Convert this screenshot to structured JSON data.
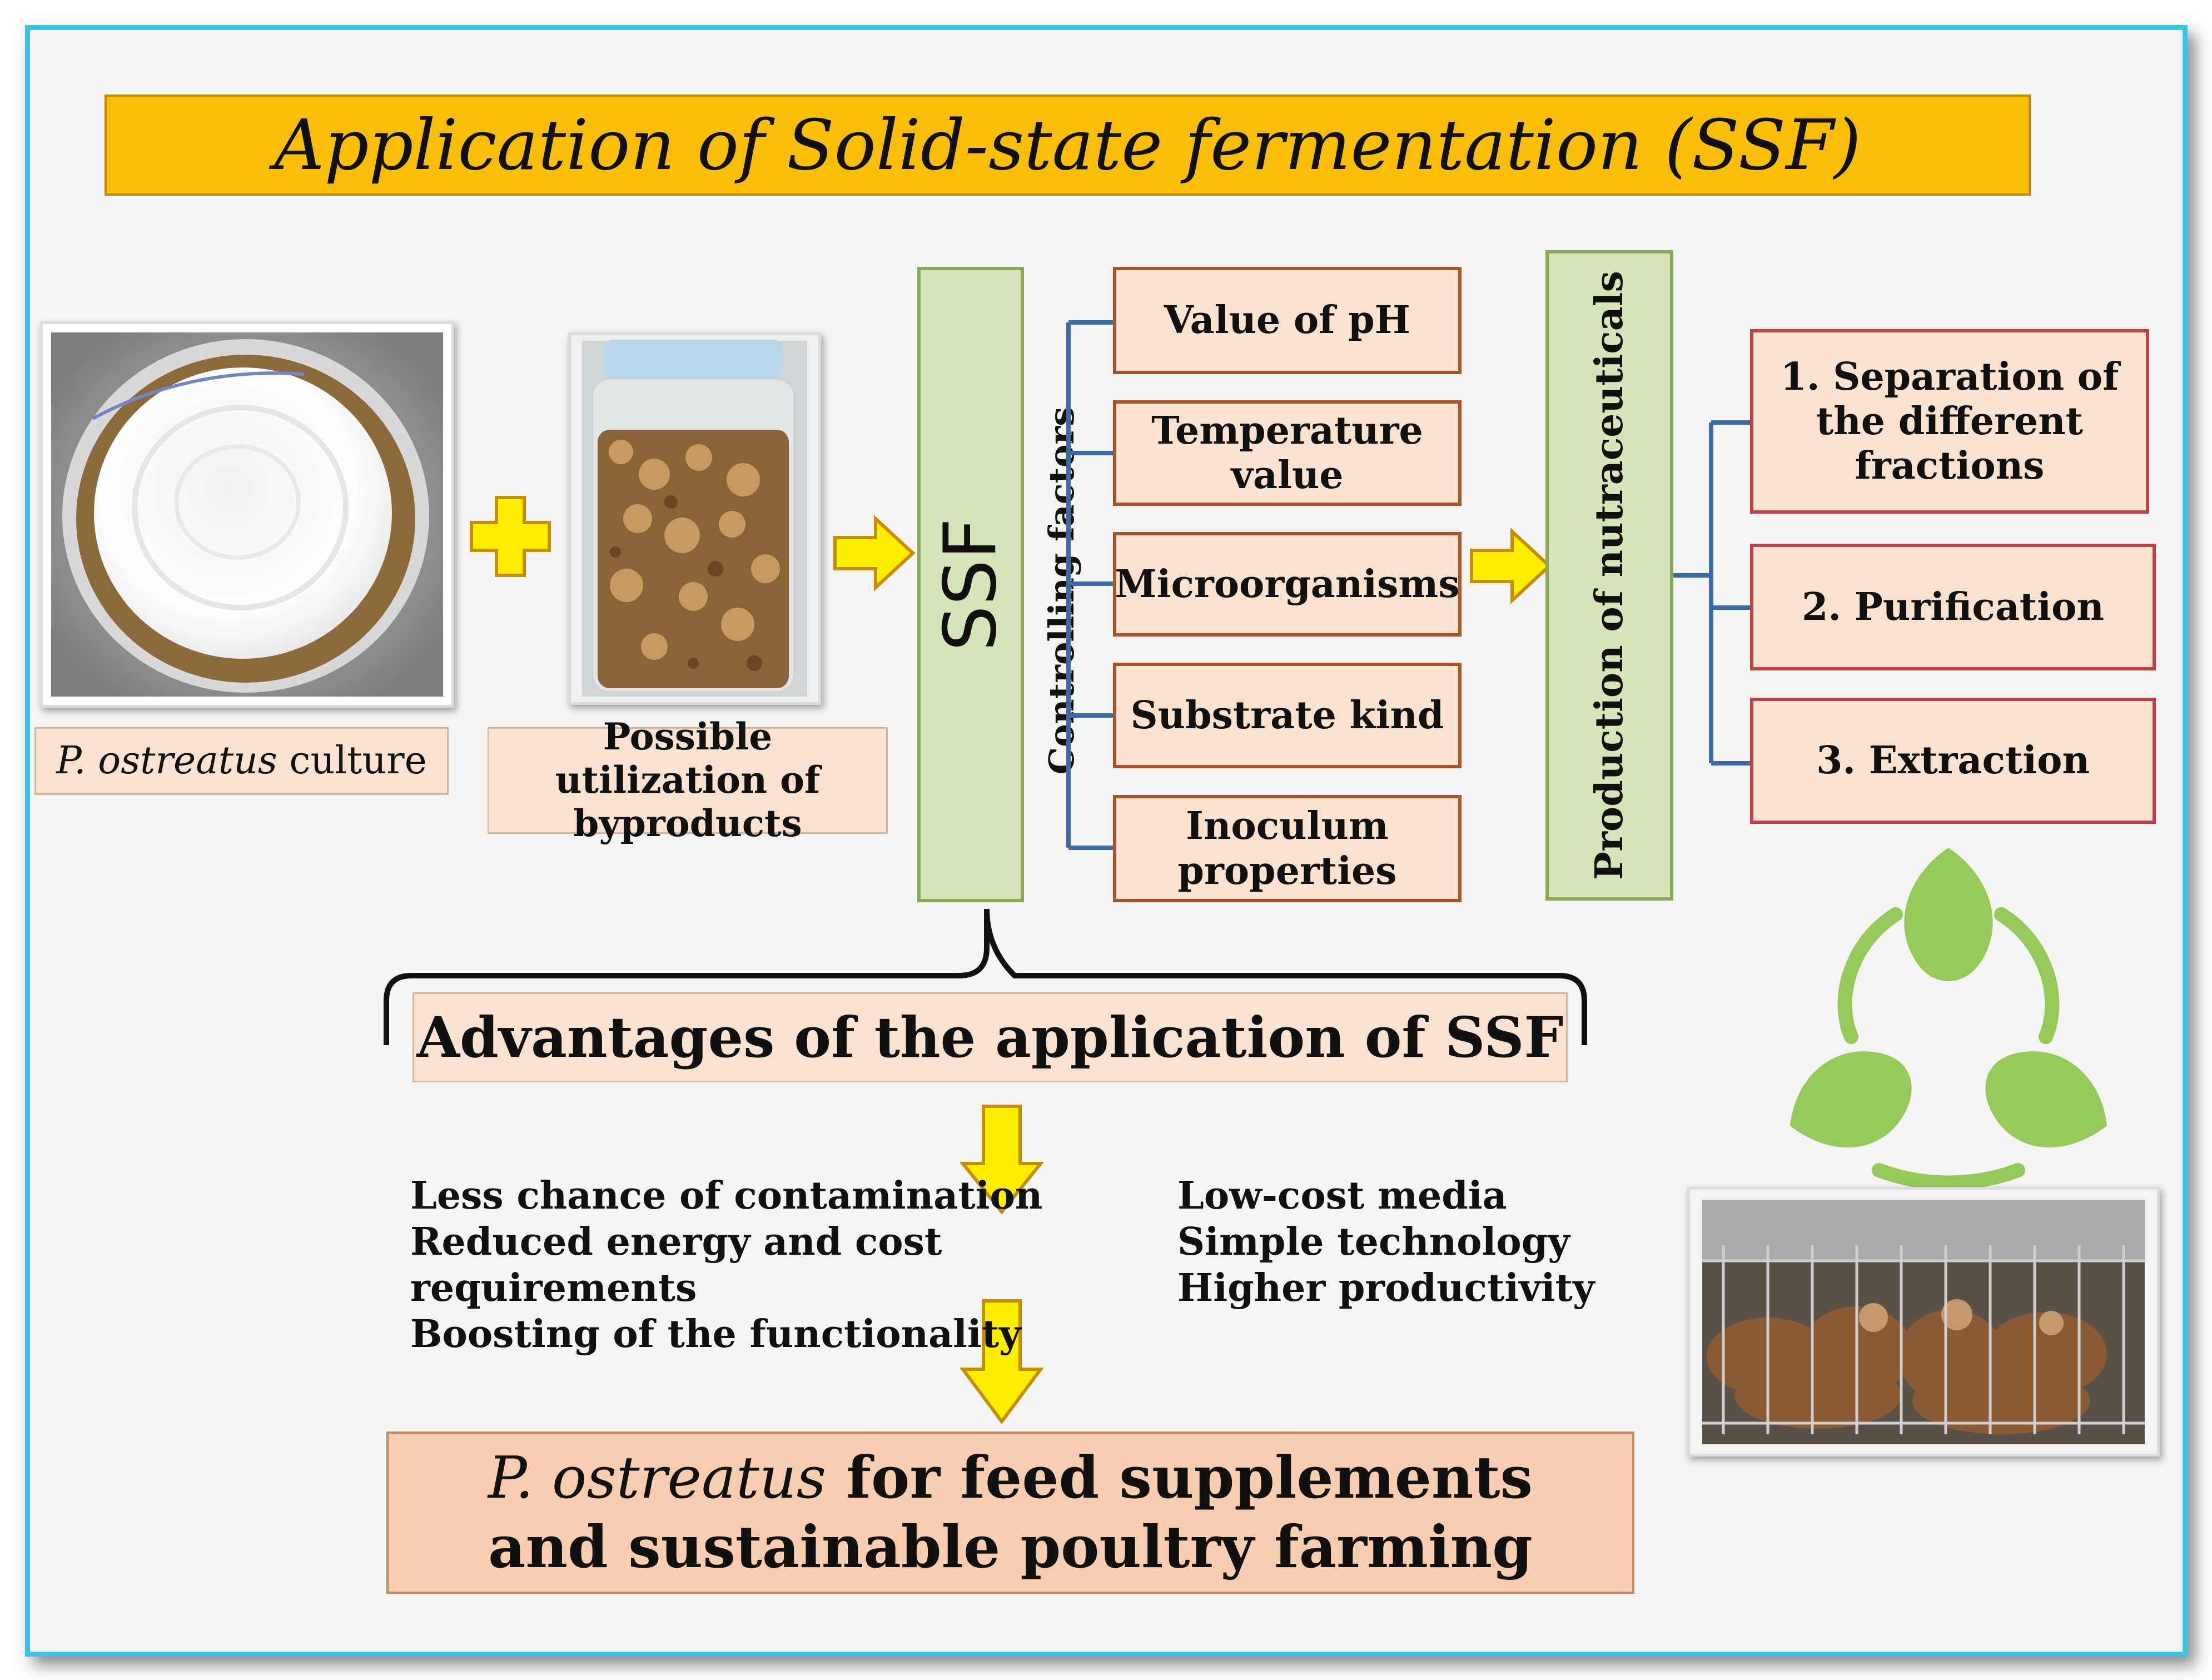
{
  "title": "Application of Solid-state fermentation (SSF)",
  "inputs": {
    "culture_label_italic": "P. ostreatus",
    "culture_label_rest": " culture",
    "byproducts_label": "Possible utilization of byproducts"
  },
  "ssf_label": "SSF",
  "controlling_factors_label": "Controlling factors",
  "factors": [
    "Value of pH",
    "Temperature value",
    "Microorganisms",
    "Substrate kind",
    "Inoculum properties"
  ],
  "production_label": "Production of nutraceuticals",
  "steps": [
    "1. Separation of the different fractions",
    "2. Purification",
    "3. Extraction"
  ],
  "advantages_title": "Advantages of the application of SSF",
  "advantages_left": [
    "Less chance of contamination",
    "Reduced energy and cost requirements",
    "Boosting of the functionality"
  ],
  "advantages_right": [
    "Low-cost media",
    "Simple technology",
    "Higher productivity"
  ],
  "conclusion": {
    "italic": "P. ostreatus",
    "line1_rest": " for feed supplements",
    "line2": "and sustainable poultry farming"
  },
  "colors": {
    "frame": "#3ec3e8",
    "title_bg": "#f9bd0c",
    "arrow_yellow": "#ffee00",
    "factor_border": "#a7532a",
    "ssf_green": "#d6e5b8",
    "step_border": "#c0404a",
    "connector_blue": "#3b6aa8",
    "recycle_green": "#97c95a"
  },
  "icons": {
    "recycle": "recycle-leaves-icon",
    "plus": "plus-icon",
    "arrow": "arrow-right-icon"
  }
}
